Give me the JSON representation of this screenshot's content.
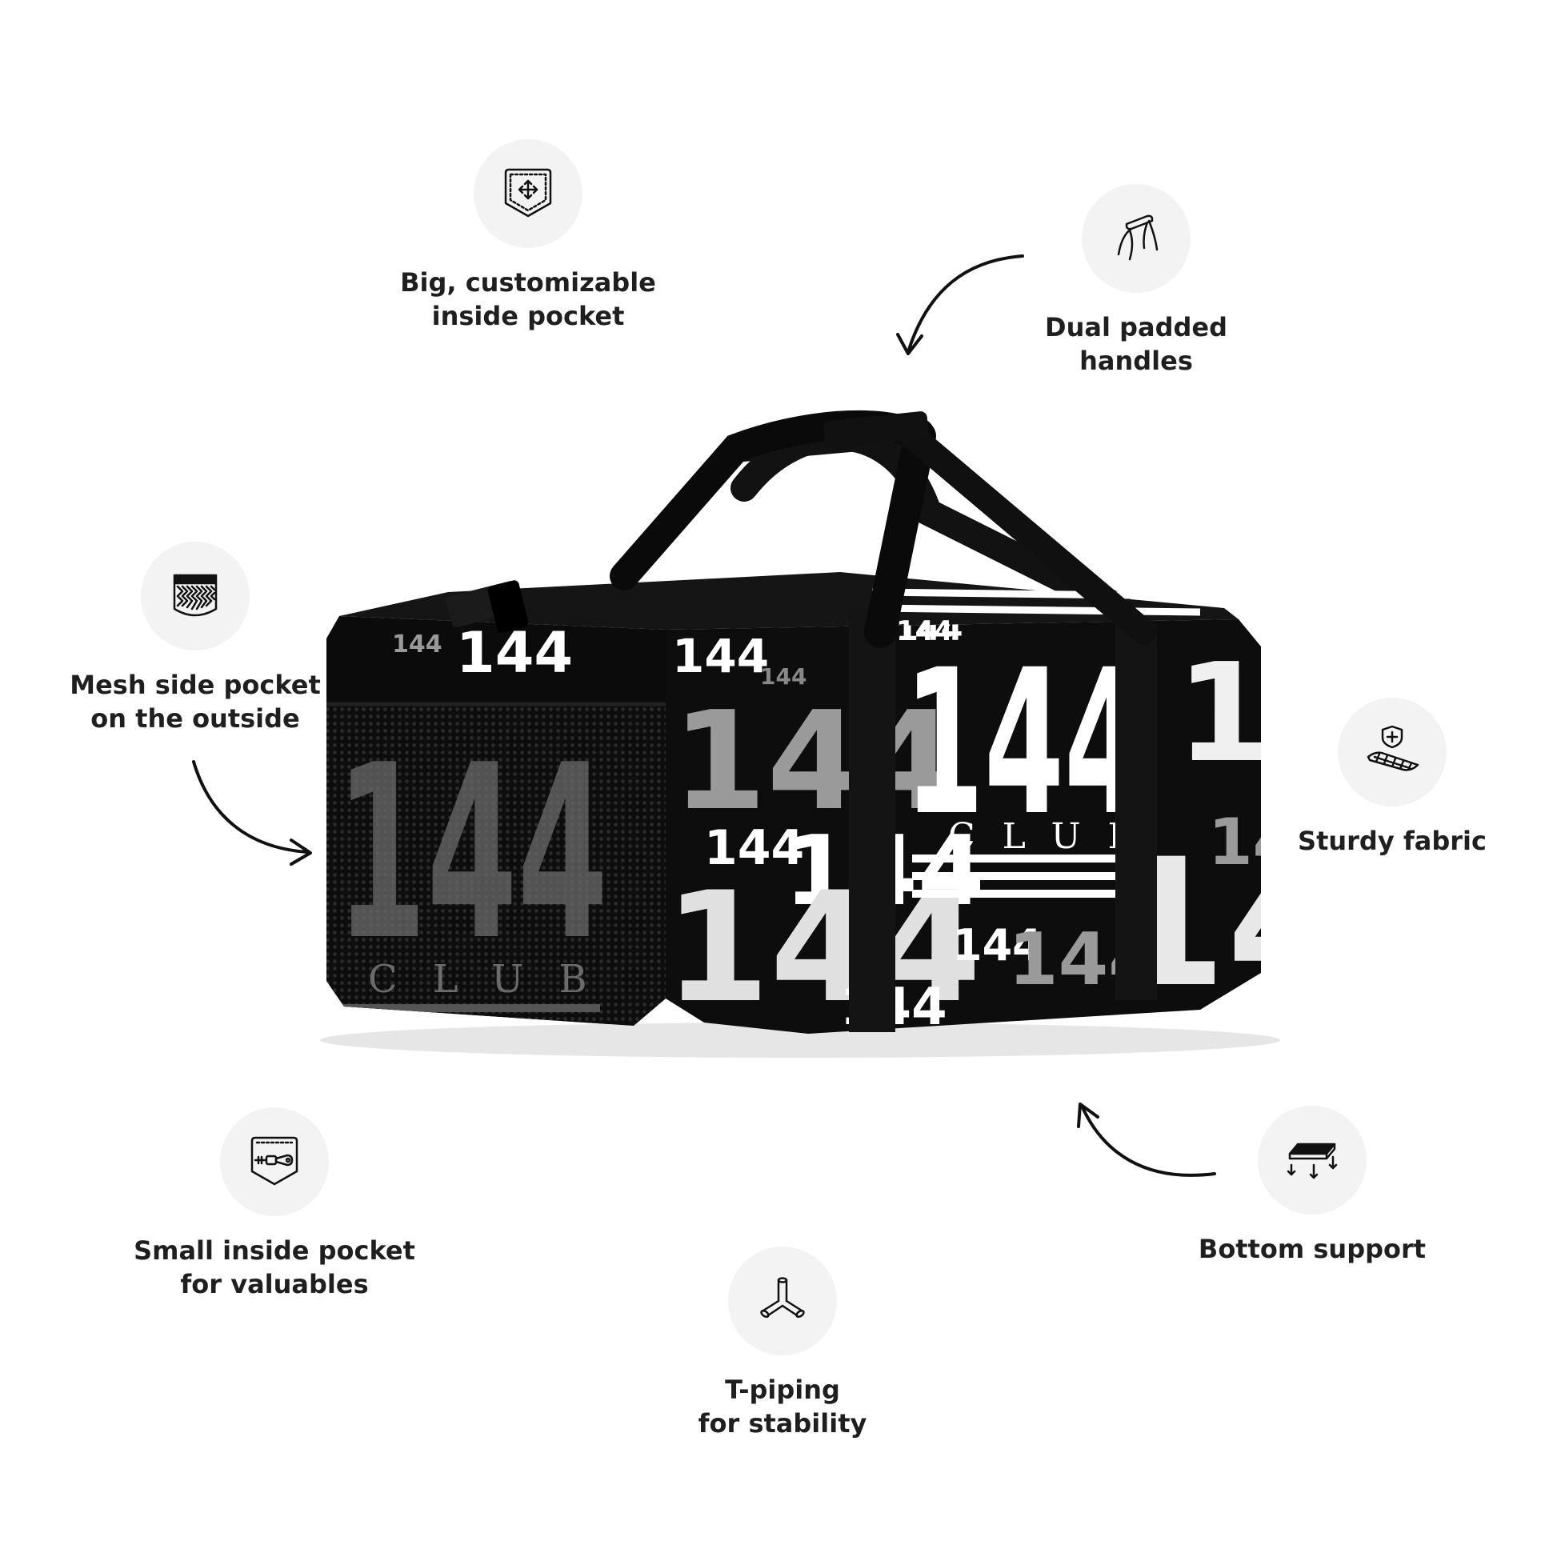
{
  "colors": {
    "bag": "#0d0d0d",
    "print": "#ffffff",
    "print_grey": "#9a9a9a",
    "icon_bg": "#f3f3f3",
    "text": "#1f1f1f"
  },
  "bag_print": {
    "number": "144",
    "club": "CLUB"
  },
  "features": [
    {
      "id": "inside-pocket",
      "icon": "pocket-arrows-icon",
      "lines": [
        "Big, customizable",
        "inside pocket"
      ]
    },
    {
      "id": "handles",
      "icon": "padded-handles-icon",
      "lines": [
        "Dual padded",
        "handles"
      ]
    },
    {
      "id": "mesh-pocket",
      "icon": "mesh-pocket-icon",
      "lines": [
        "Mesh side pocket",
        "on the outside"
      ]
    },
    {
      "id": "fabric",
      "icon": "sturdy-fabric-icon",
      "lines": [
        "Sturdy fabric"
      ]
    },
    {
      "id": "small-pocket",
      "icon": "zipper-pocket-icon",
      "lines": [
        "Small inside pocket",
        "for valuables"
      ]
    },
    {
      "id": "bottom",
      "icon": "bottom-support-icon",
      "lines": [
        "Bottom support"
      ]
    },
    {
      "id": "t-piping",
      "icon": "t-piping-icon",
      "lines": [
        "T-piping",
        "for stability"
      ]
    }
  ]
}
